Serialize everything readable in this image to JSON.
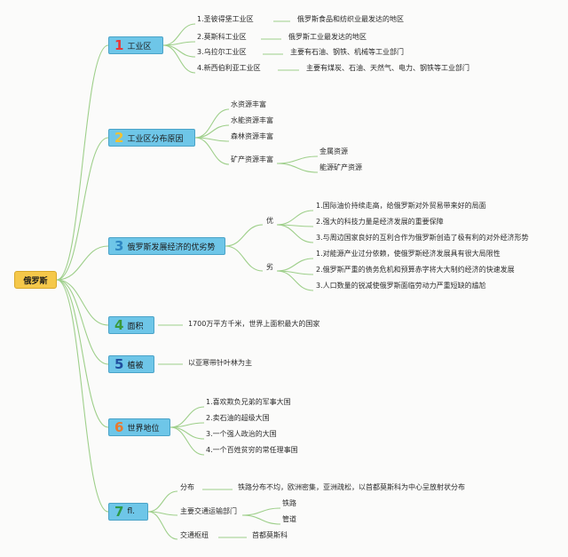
{
  "root": "俄罗斯",
  "branches": [
    {
      "num": "1",
      "label": "工业区",
      "num_color": "#e83838",
      "children": [
        {
          "label": "1.圣彼得堡工业区",
          "detail": "俄罗斯食品和纺织业最发达的地区"
        },
        {
          "label": "2.莫斯科工业区",
          "detail": "俄罗斯工业最发达的地区"
        },
        {
          "label": "3.乌拉尔工业区",
          "detail": "主要有石油、钢铁、机械等工业部门"
        },
        {
          "label": "4.新西伯利亚工业区",
          "detail": "主要有煤炭、石油、天然气、电力、钢铁等工业部门"
        }
      ]
    },
    {
      "num": "2",
      "label": "工业区分布原因",
      "num_color": "#f1c232",
      "children": [
        {
          "label": "水资源丰富"
        },
        {
          "label": "水能资源丰富"
        },
        {
          "label": "森林资源丰富"
        },
        {
          "label": "矿产资源丰富",
          "sub": [
            "金属资源",
            "能源矿产资源"
          ]
        }
      ]
    },
    {
      "num": "3",
      "label": "俄罗斯发展经济的优劣势",
      "num_color": "#2e86c1",
      "children": [
        {
          "label": "优",
          "sub": [
            "1.国际油价持续走高，给俄罗斯对外贸易带来好的局面",
            "2.强大的科技力量是经济发展的重要保障",
            "3.与周边国家良好的互利合作为俄罗斯创造了极有利的对外经济形势"
          ]
        },
        {
          "label": "劣",
          "sub": [
            "1.对能源产业过分依赖，使俄罗斯经济发展具有很大局限性",
            "2.俄罗斯严重的债务危机和预算赤字将大大制约经济的快速发展",
            "3.人口数量的锐减使俄罗斯面临劳动力严重短缺的尴尬"
          ]
        }
      ]
    },
    {
      "num": "4",
      "label": "面积",
      "num_color": "#3a9a3a",
      "children": [
        {
          "label": "1700万平方千米，世界上面积最大的国家"
        }
      ]
    },
    {
      "num": "5",
      "label": "植被",
      "num_color": "#1f4e9e",
      "children": [
        {
          "label": "以亚寒带针叶林为主"
        }
      ]
    },
    {
      "num": "6",
      "label": "世界地位",
      "num_color": "#e8792e",
      "children": [
        {
          "label": "1.喜欢欺负兄弟的军事大国"
        },
        {
          "label": "2.卖石油的超级大国"
        },
        {
          "label": "3.一个强人政治的大国"
        },
        {
          "label": "4.一个百姓贫穷的常任理事国"
        }
      ]
    },
    {
      "num": "7",
      "label": "fl.",
      "num_color": "#2e9a4a",
      "children": [
        {
          "label": "分布",
          "detail": "铁路分布不均，欧洲密集，亚洲疏松，以首都莫斯科为中心呈放射状分布"
        },
        {
          "label": "主要交通运输部门",
          "sub": [
            "铁路",
            "管道"
          ]
        },
        {
          "label": "交通枢纽",
          "detail": "首都莫斯科"
        }
      ]
    }
  ],
  "colors": {
    "line": "#9ecf8a",
    "box": "#6ec6e8",
    "root": "#f5c84a"
  }
}
